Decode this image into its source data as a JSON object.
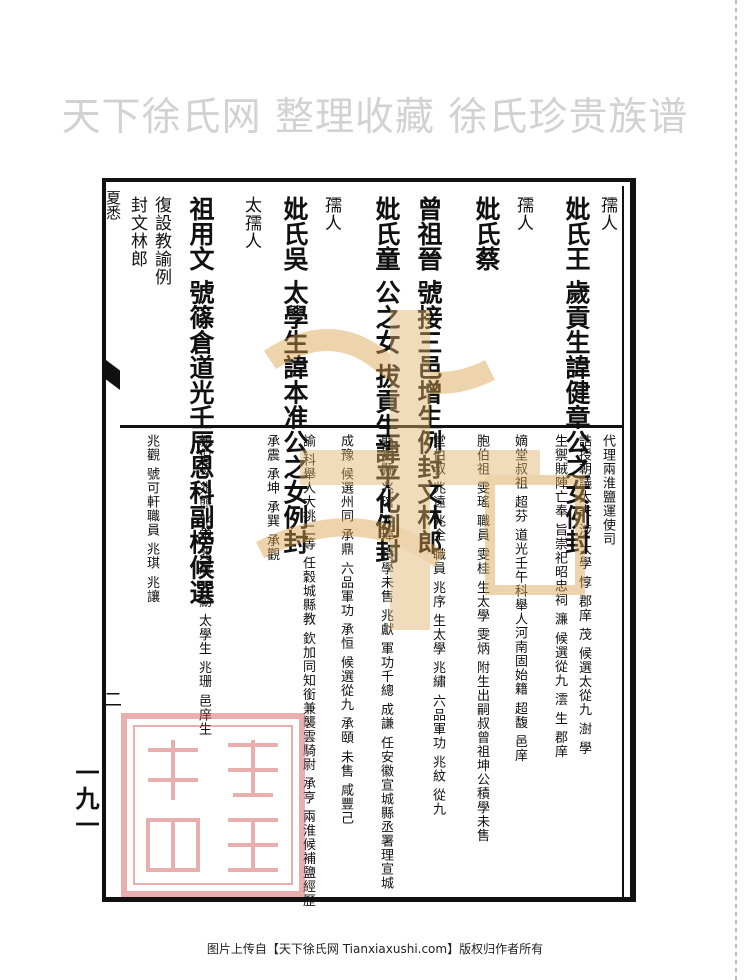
{
  "watermark": "天下徐氏网 整理收藏 徐氏珍贵族谱",
  "spine": {
    "title": "夏悉",
    "leaf": "二",
    "folio": "一九一"
  },
  "upper": [
    "孺人",
    "妣氏王 歲貢生諱健章公之女例封",
    "孺人",
    "妣氏蔡",
    "曾祖晉 號接三邑增生例封文林郎",
    "妣氏童 公之女 拔貢生諱平化例封",
    "孺人",
    "妣氏吳 太學生諱本准公之女例封",
    "太孺人",
    "祖用文 號篠倉道光壬辰恩科副榜候選",
    "復設教諭例",
    "封文林郎"
  ],
  "lower": [
    "代理兩淮鹽運使司",
    "誥授朝議大夫 涉 太學 惇 郡庠 茂 候選太從九 澍 學",
    "生禦賊陣亡奉 旨崇祀昭忠祠 濂 候選從九 澐 生 郡庠",
    "嫡堂叔祖 超芬 道光壬午科舉人河南固始籍 超馥 邑庠",
    "胞伯祖 雯瑤 職員 雯桂 生太學 雯炳 附生出嗣叔曾祖坤公積學未售",
    "堂伯叔 兆遠 兆全 職員 兆序 生太學 兆繡 六品軍功 兆紋 從九",
    "縣知縣 兆琯 兆瑋 積學未售 兆獻 軍功千總 成謙 任安徽宣城縣丞署理宣城",
    "成豫 候選州同 承鼎 六品軍功 承恒 候選從九 承頤 未售 咸豐己",
    "諭 科舉人大挑二等 任穀城縣教 欽加同知銜兼襲雲騎尉 承亨 兩淮候補鹽經歷",
    "承震 承坤 承巽 承觀",
    "親伯叔 兆熊 兆棠 兆京 兆勳 太學生 兆珊 邑庠生",
    "兆觀 號可軒職員 兆琪 兆讓"
  ],
  "footer": "图片上传自【天下徐氏网 Tianxiaxushi.com】版权归作者所有"
}
